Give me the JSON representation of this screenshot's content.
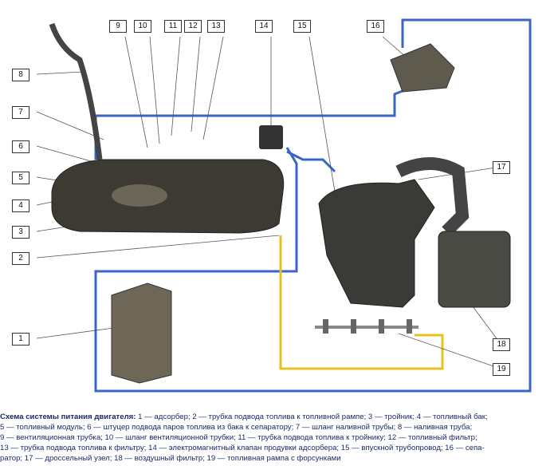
{
  "callouts": [
    "1",
    "2",
    "3",
    "4",
    "5",
    "6",
    "7",
    "8",
    "9",
    "10",
    "11",
    "12",
    "13",
    "14",
    "15",
    "16",
    "17",
    "18",
    "19"
  ],
  "caption": {
    "title": "Схема системы питания двигателя:",
    "lines": [
      " 1 — адсорбер; 2 — трубка подвода топлива к топливной рампе; 3 — тройник; 4 — топливный бак;",
      "5 — топливный модуль; 6 — штуцер подвода паров топлива из бака к сепаратору; 7 — шланг наливной трубы; 8 — наливная труба;",
      "9 — вентиляционная трубка; 10 — шланг вентиляционной трубки; 11 — трубка подвода топлива к тройнику; 12 — топливный фильтр;",
      "13 — трубка подвода топлива к фильтру; 14 — электромагнитный клапан продувки адсорбера; 15 — впускной трубопровод; 16 — сепа-",
      "ратор; 17 — дроссельный узел; 18 — воздушный фильтр; 19 — топливная рампа с форсунками"
    ]
  },
  "colors": {
    "vapor_line": "#3a64c8",
    "fuel_line": "#e8c020"
  }
}
